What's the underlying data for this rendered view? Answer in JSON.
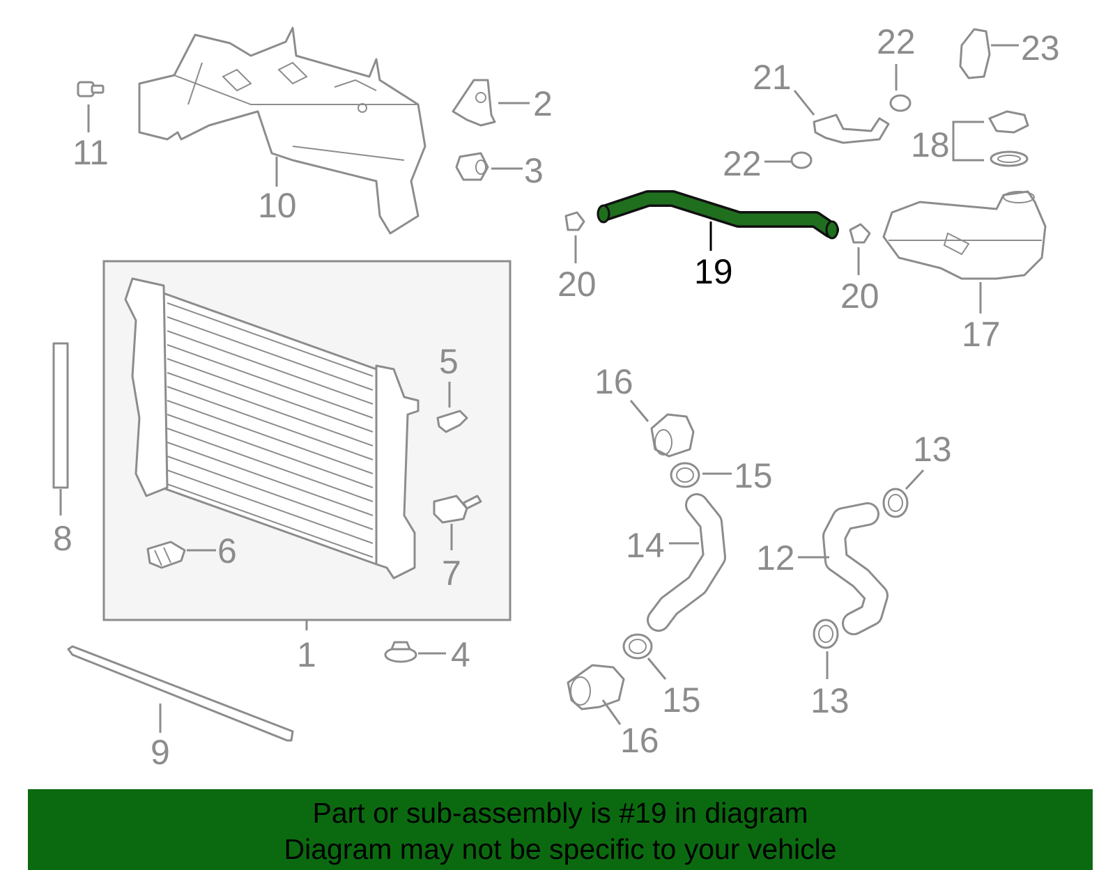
{
  "diagram": {
    "highlight_color": "#1f6f1f",
    "callouts": {
      "c1": "1",
      "c2": "2",
      "c3": "3",
      "c4": "4",
      "c5": "5",
      "c6": "6",
      "c7": "7",
      "c8": "8",
      "c9": "9",
      "c10": "10",
      "c11": "11",
      "c12": "12",
      "c13a": "13",
      "c13b": "13",
      "c14": "14",
      "c15a": "15",
      "c15b": "15",
      "c16a": "16",
      "c16b": "16",
      "c17": "17",
      "c18": "18",
      "c19": "19",
      "c20a": "20",
      "c20b": "20",
      "c21": "21",
      "c22a": "22",
      "c22b": "22",
      "c23": "23"
    }
  },
  "banner": {
    "line1": "Part or sub-assembly is #19 in diagram",
    "line2": "Diagram may not be specific to your vehicle",
    "background": "#0b6a10"
  }
}
